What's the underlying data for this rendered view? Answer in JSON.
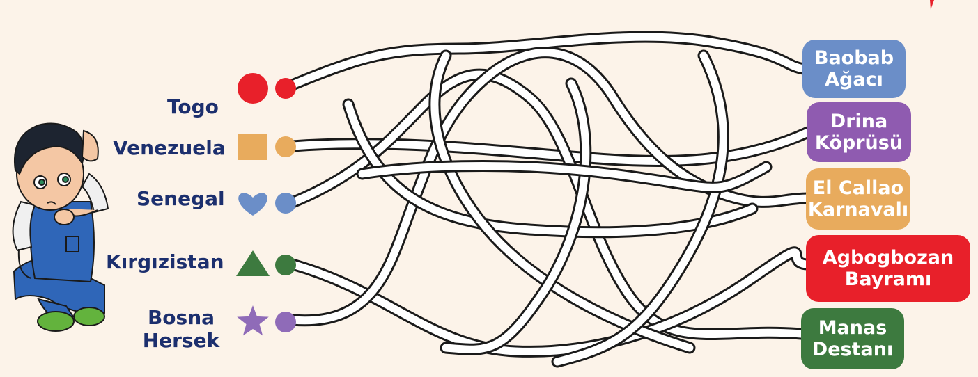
{
  "countries": [
    {
      "label_lines": [
        "Togo"
      ],
      "shape": "circle",
      "color": "#e8202a"
    },
    {
      "label_lines": [
        "Venezuela"
      ],
      "shape": "square",
      "color": "#e8ab5d"
    },
    {
      "label_lines": [
        "Senegal"
      ],
      "shape": "heart",
      "color": "#6b8ec8"
    },
    {
      "label_lines": [
        "Kırgızistan"
      ],
      "shape": "triangle",
      "color": "#3d7a3f"
    },
    {
      "label_lines": [
        "Bosna",
        "Hersek"
      ],
      "shape": "star",
      "color": "#8f6bb8"
    }
  ],
  "targets": [
    {
      "lines": [
        "Baobab",
        "Ağacı"
      ],
      "color": "#6b8ec8"
    },
    {
      "lines": [
        "Drina",
        "Köprüsü"
      ],
      "color": "#8f5bb0"
    },
    {
      "lines": [
        "El Callao",
        "Karnavalı"
      ],
      "color": "#e8ab5d"
    },
    {
      "lines": [
        "Agbogbozan",
        "Bayramı"
      ],
      "color": "#e8202a"
    },
    {
      "lines": [
        "Manas",
        "Destanı"
      ],
      "color": "#3d7a3f"
    }
  ],
  "dot_colors": [
    "#e8202a",
    "#e8ab5d",
    "#6b8ec8",
    "#3d7a3f",
    "#8f6bb8"
  ],
  "colors": {
    "background": "#fcf3e9",
    "country_text": "#1c2f6e",
    "path_stroke": "#1a1a1a",
    "path_fill": "#ffffff"
  },
  "icons": {
    "boy": "thinking-boy-illustration"
  }
}
